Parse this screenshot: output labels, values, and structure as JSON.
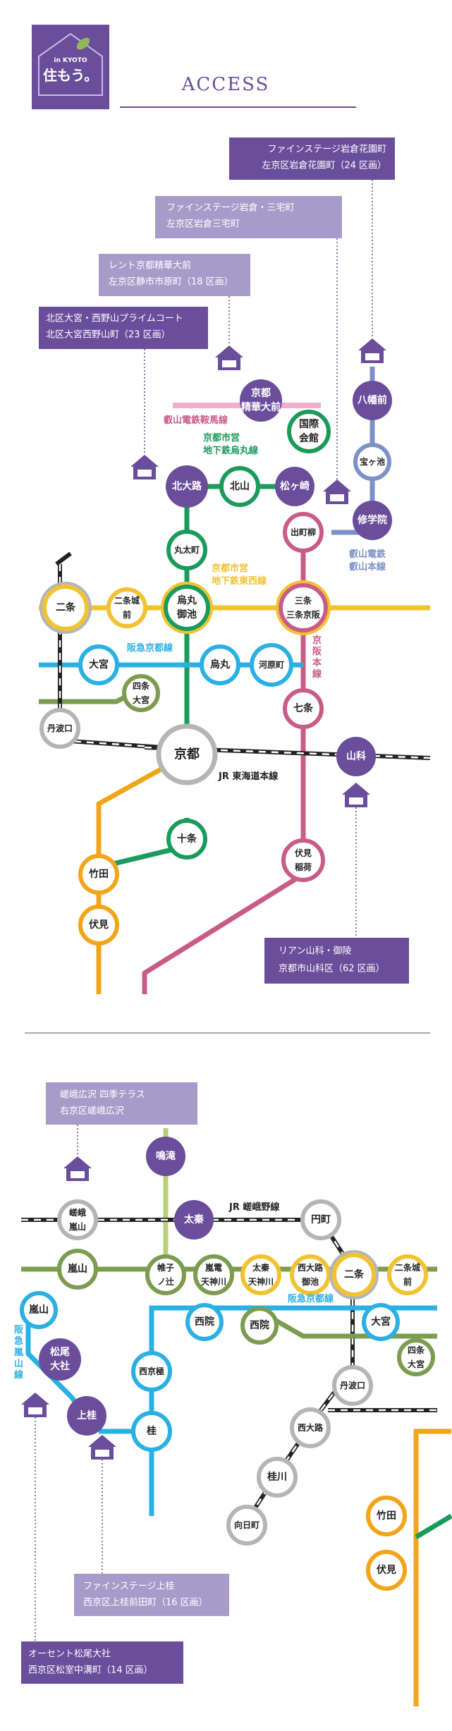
{
  "logo": {
    "small": "in KYOTO",
    "main": "住もう。"
  },
  "heading": "ACCESS",
  "colors": {
    "purple": "#6a4d9b",
    "lavender": "#a79cc9",
    "gray": "#b5b5b5",
    "green": "#1a9a5b",
    "yellow": "#f2c230",
    "blue": "#2bb0e3",
    "olive": "#7c9c4f",
    "orange": "#f2a51a",
    "rose": "#c95c86",
    "pink": "#f0aed0",
    "steel": "#7d91c8",
    "lightgreen": "#b5cf7a",
    "black": "#222222"
  },
  "map1": {
    "properties": [
      {
        "line1": "ファインステージ岩倉花園町",
        "line2": "左京区岩倉花園町（24 区画）"
      },
      {
        "line1": "ファインステージ岩倉・三宅町",
        "line2": "左京区岩倉三宅町"
      },
      {
        "line1": "レント京都精華大前",
        "line2": "左京区静市市原町（18 区画）"
      },
      {
        "line1": "北区大宮・西野山プライムコート",
        "line2": "北区大宮西野山町（23 区画）"
      },
      {
        "line1": "リアン山科・御陵",
        "line2": "京都市山科区（62 区画）"
      }
    ],
    "stations": {
      "kyoto_seika": [
        "京都",
        "精華大前"
      ],
      "yawata": "八幡前",
      "kokusai": [
        "国際",
        "会館"
      ],
      "takaragaike": "宝ヶ池",
      "shugakuin": "修学院",
      "kitaoji": "北大路",
      "kitayama": "北山",
      "matsugasaki": "松ヶ崎",
      "demachi": "出町柳",
      "marutamachi": "丸太町",
      "nijo": "二条",
      "nijojo": [
        "二条城",
        "前"
      ],
      "karasuma_oike": [
        "烏丸",
        "御池"
      ],
      "sanjo": [
        "三条",
        "三条京阪"
      ],
      "omiya": "大宮",
      "karasuma": "烏丸",
      "kawaramachi": "河原町",
      "shijo_omiya": [
        "四条",
        "大宮"
      ],
      "tambaguchi": "丹波口",
      "kyoto": "京都",
      "shichijo": "七条",
      "yamashina": "山科",
      "jujo": "十条",
      "fushimi_inari": [
        "伏見",
        "稲荷"
      ],
      "takeda": "竹田",
      "fushimi": "伏見"
    },
    "lines": {
      "eizan_kurama": "叡山電鉄鞍馬線",
      "karasuma_line": [
        "京都市営",
        "地下鉄烏丸線"
      ],
      "tozai_line": [
        "京都市営",
        "地下鉄東西線"
      ],
      "keihan": [
        "京",
        "阪",
        "本",
        "線"
      ],
      "eizan_main": [
        "叡山電鉄",
        "叡山本線"
      ],
      "hankyu": "阪急京都線",
      "jr_tokaido": "JR 東海道本線"
    }
  },
  "map2": {
    "properties": [
      {
        "line1": "嵯峨広沢 四季テラス",
        "line2": "右京区嵯峨広沢"
      },
      {
        "line1": "ファインステージ上桂",
        "line2": "西京区上桂前田町（16 区画）"
      },
      {
        "line1": "オーセント松尾大社",
        "line2": "西京区松室中溝町（14 区画）"
      }
    ],
    "stations": {
      "narutaki": "鳴滝",
      "saga_arashiyama": [
        "嵯峨",
        "嵐山"
      ],
      "uzumasa": "太秦",
      "emmachi": "円町",
      "arashiyama_keifuku": "嵐山",
      "katabiranotsuji": [
        "帷子",
        "ノ辻"
      ],
      "randen_tenjingawa": [
        "嵐電",
        "天神川"
      ],
      "uzumasa_tenjingawa": [
        "太秦",
        "天神川"
      ],
      "nishioji_oike": [
        "西大路",
        "御池"
      ],
      "nijo": "二条",
      "nijojo": [
        "二条城",
        "前"
      ],
      "arashiyama_hankyu": "嵐山",
      "matsuo_taisha": [
        "松尾",
        "大社"
      ],
      "saiin_1": "西院",
      "saiin_2": "西院",
      "omiya": "大宮",
      "shijo_omiya": [
        "四条",
        "大宮"
      ],
      "nishikyogoku": "西京極",
      "kamikatsura": "上桂",
      "katsura": "桂",
      "tambaguchi": "丹波口",
      "nishioji": "西大路",
      "katsuragawa": "桂川",
      "mukomachi": "向日町",
      "takeda": "竹田",
      "fushimi": "伏見"
    },
    "lines": {
      "jr_sagano": "JR 嵯峨野線",
      "hankyu": "阪急京都線",
      "hankyu_arashiyama": [
        "阪",
        "急",
        "嵐",
        "山",
        "線"
      ]
    }
  }
}
